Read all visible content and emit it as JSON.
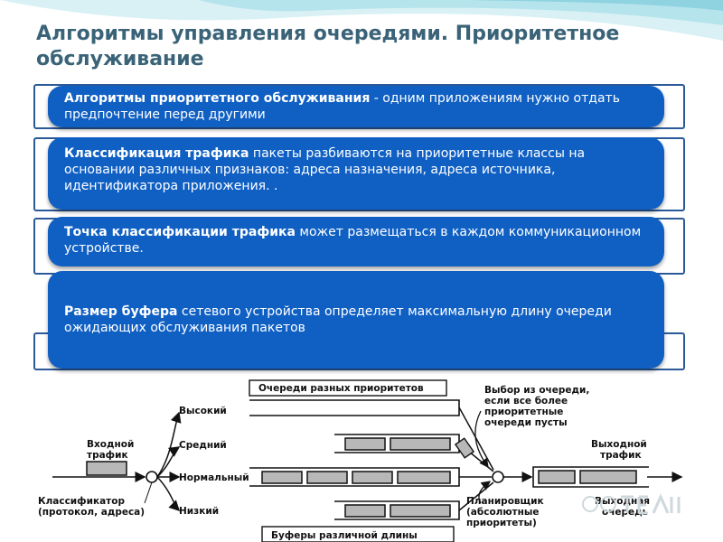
{
  "title": "Алгоритмы управления очередями. Приоритетное обслуживание",
  "cards": [
    {
      "bold": "Алгоритмы приоритетного обслуживания",
      "text": " - одним приложениям нужно отдать предпочтение перед другими"
    },
    {
      "bold": "Классификация трафика",
      "text": " пакеты разбиваются на приоритетные классы на основании различных признаков: адреса назначения, адреса источника, идентификатора приложения. ."
    },
    {
      "bold": "Точка классификации трафика",
      "text": " может размещаться в каждом коммуникационном устройстве."
    },
    {
      "bold": "Размер буфера",
      "text": " сетевого устройства определяет максимальную длину очереди ожидающих обслуживания пакетов"
    }
  ],
  "diagram": {
    "queues_label": "Очереди разных приоритетов",
    "buffers_label": "Буферы различной длины",
    "input": [
      "Входной",
      "трафик"
    ],
    "classifier": [
      "Классификатор",
      "(протокол, адреса)"
    ],
    "priorities": [
      "Высокий",
      "Средний",
      "Нормальный",
      "Низкий"
    ],
    "selection": [
      "Выбор из очереди,",
      "если все более",
      "приоритетные",
      "очереди пусты"
    ],
    "scheduler": [
      "Планировщик",
      "(абсолютные",
      "приоритеты)"
    ],
    "output": [
      "Выходной",
      "трафик"
    ],
    "output_queue": [
      "Выходная",
      "очередь"
    ]
  }
}
